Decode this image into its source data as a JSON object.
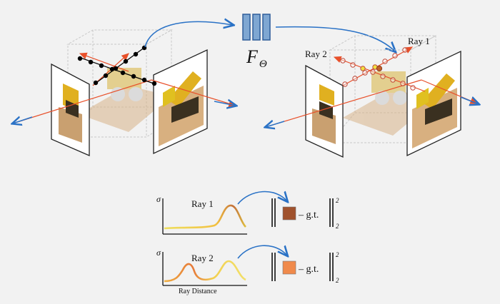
{
  "network": {
    "label": "F",
    "subscript": "Θ"
  },
  "top_right": {
    "ray1_label": "Ray 1",
    "ray2_label": "Ray 2"
  },
  "plots": {
    "y_symbol": "σ",
    "ray1": {
      "title": "Ray 1",
      "swatch_color": "#a0522d"
    },
    "ray2": {
      "title": "Ray 2",
      "swatch_color": "#f08a4b"
    },
    "x_axis_label": "Ray Distance"
  },
  "loss": {
    "minus_gt": "– g.t.",
    "power": "2",
    "norm_index": "2"
  },
  "colors": {
    "ray": "#e8502a",
    "arrow_blue": "#2a72c6",
    "network_box": "#7fa7d2",
    "network_stroke": "#2f5d9a",
    "curve_start": "#e8d84a",
    "curve_mid": "#f2a43a",
    "curve_end": "#b0522a"
  },
  "icons": [
    "network-block-icon",
    "image-plane-icon",
    "bulldozer-icon",
    "sample-point-icon"
  ]
}
